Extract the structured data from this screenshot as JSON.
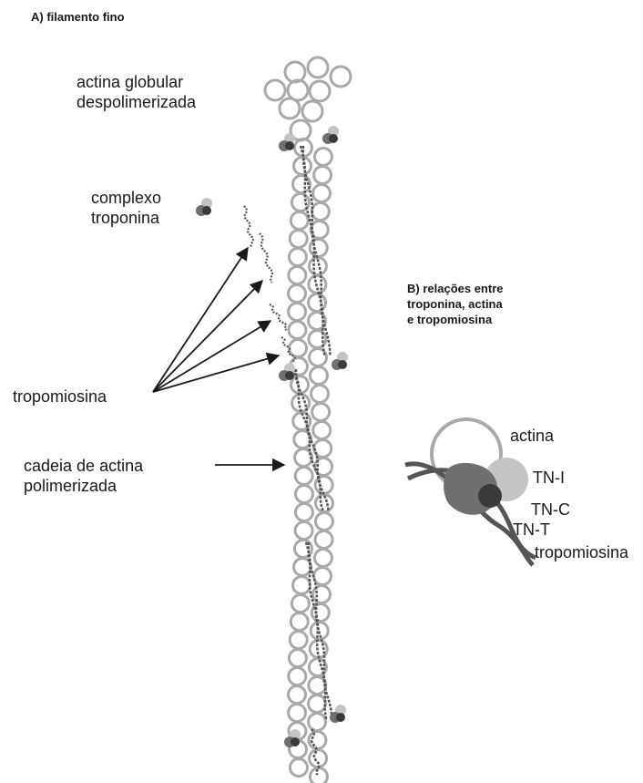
{
  "panel_a": {
    "heading": "A) filamento  fino",
    "labels": {
      "globular": "actina  globular\ndespolimerizada",
      "troponin": "complexo\ntroponina",
      "tropomyosin": "tropomiosina",
      "polymer": "cadeia de actina\npolimerizada"
    }
  },
  "panel_b": {
    "heading": "B) relações entre\ntroponina, actina\ne tropomiosina",
    "labels": {
      "actin": "actina",
      "tni": "TN-I",
      "tnc": "TN-C",
      "tnt": "TN-T",
      "tropomyosin": "tropomiosina"
    }
  },
  "colors": {
    "actin_ring": "#a9a9a9",
    "tropomyosin": "#555555",
    "tn_t": "#6f6f6f",
    "tn_c": "#3a3a3a",
    "tn_i": "#c4c4c4",
    "arrow": "#1a1a1a"
  }
}
